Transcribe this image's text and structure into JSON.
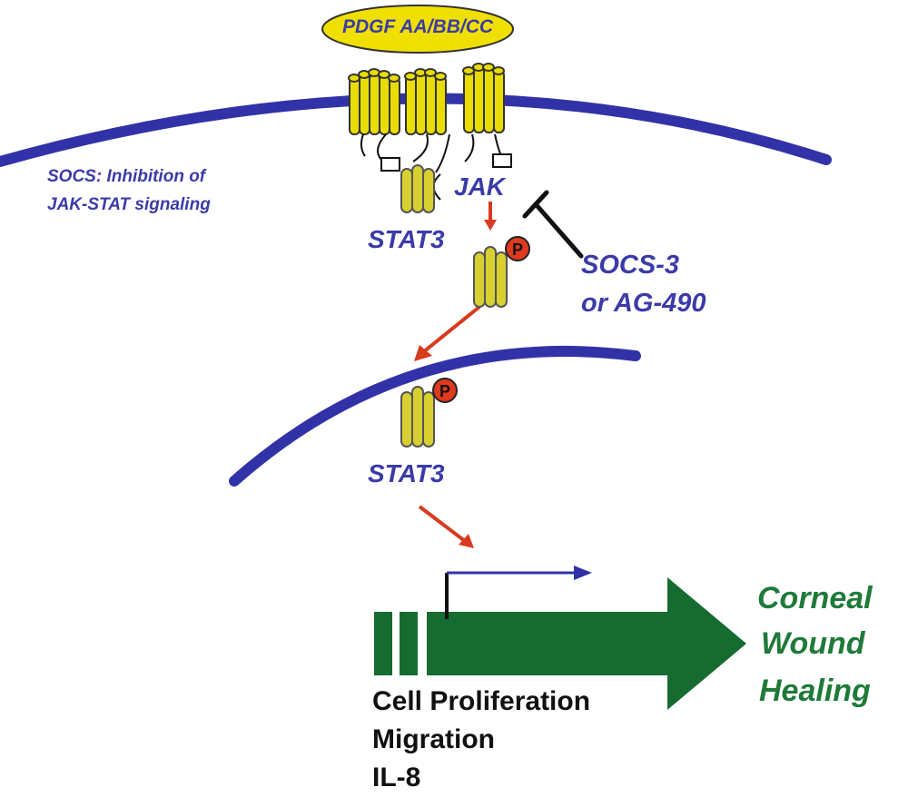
{
  "colors": {
    "membrane": "#3232a8",
    "text_blue": "#3b3ba8",
    "ligand_yellow": "#f0e000",
    "receptor_yellow": "#e8dc00",
    "stat_yellow": "#d8d030",
    "arrow_red": "#d83a1e",
    "phospho_red": "#e03a1e",
    "gene_green": "#166b30",
    "text_green": "#1f7a3a",
    "inhibitor_black": "#111111"
  },
  "labels": {
    "ligand": "PDGF AA/BB/CC",
    "socs_note_line1": "SOCS: Inhibition of",
    "socs_note_line2": "JAK-STAT signaling",
    "jak": "JAK",
    "stat3_cytoplasm": "STAT3",
    "stat3_nucleus": "STAT3",
    "inhibitor_line1": "SOCS-3",
    "inhibitor_line2": "or AG-490",
    "phospho_symbol": "P",
    "outcome_line1": "Corneal",
    "outcome_line2": "Wound",
    "outcome_line3": "Healing",
    "gene_line1": "Cell Proliferation",
    "gene_line2": "Migration",
    "gene_line3": "IL-8"
  }
}
